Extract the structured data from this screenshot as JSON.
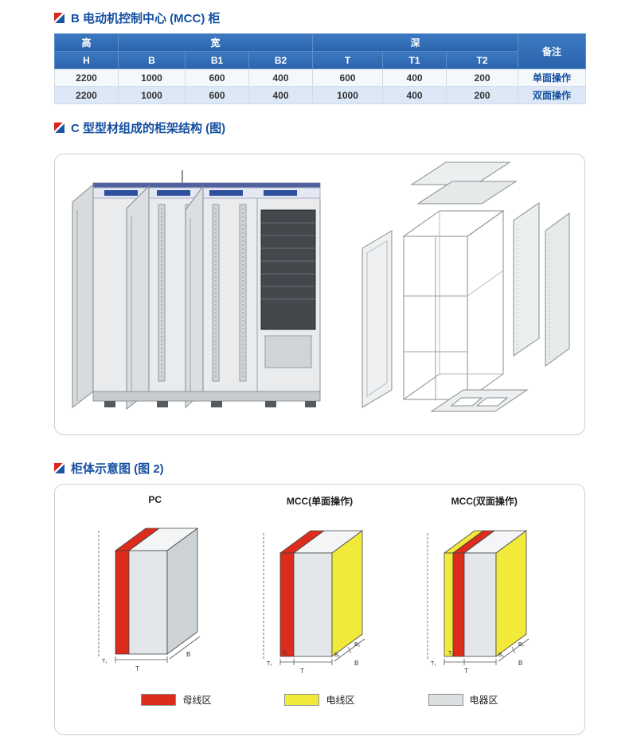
{
  "colors": {
    "title_blue": "#1550a0",
    "table_header_blue": "#2e6cb5",
    "busbar_red": "#dd2b1c",
    "wire_yellow": "#f2ea3a",
    "device_gray": "#dadfe0"
  },
  "section_b": {
    "title": "B 电动机控制中心 (MCC) 柜",
    "table": {
      "group_height": "高",
      "group_width": "宽",
      "group_depth": "深",
      "group_remark": "备注",
      "sub_headers": [
        "H",
        "B",
        "B1",
        "B2",
        "T",
        "T1",
        "T2"
      ],
      "rows": [
        {
          "h": "2200",
          "b": "1000",
          "b1": "600",
          "b2": "400",
          "t": "600",
          "t1": "400",
          "t2": "200",
          "remark": "单面操作"
        },
        {
          "h": "2200",
          "b": "1000",
          "b1": "600",
          "b2": "400",
          "t": "1000",
          "t1": "400",
          "t2": "200",
          "remark": "双面操作"
        }
      ]
    }
  },
  "section_c": {
    "title": "C 型型材组成的柜架结构 (图)"
  },
  "section_d": {
    "title": "柜体示意图 (图 2)",
    "diagrams": [
      {
        "label": "PC",
        "dims": {
          "t1": "T₁",
          "t": "T",
          "b": "B"
        }
      },
      {
        "label": "MCC(单面操作)",
        "dims": {
          "t1": "T₁",
          "t2": "T₂",
          "t": "T",
          "b1": "B₁",
          "b2": "B₂",
          "b": "B"
        }
      },
      {
        "label": "MCC(双面操作)",
        "dims": {
          "t1": "T₁",
          "t2": "T₂",
          "t": "T",
          "b1": "B₁",
          "b2": "B₂",
          "b": "B"
        }
      }
    ],
    "legend": [
      {
        "label": "母线区",
        "color": "#dd2b1c"
      },
      {
        "label": "电线区",
        "color": "#f2ea3a"
      },
      {
        "label": "电器区",
        "color": "#dadfe0"
      }
    ]
  }
}
